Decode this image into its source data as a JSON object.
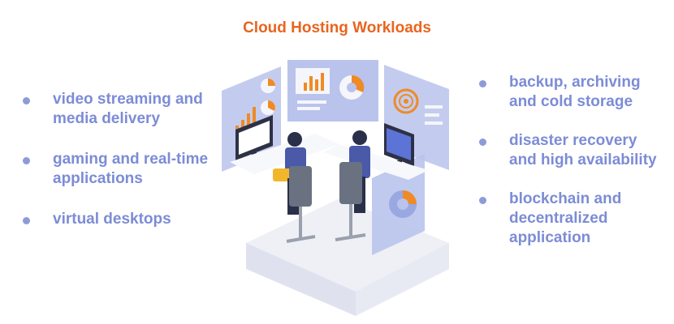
{
  "title": "Cloud Hosting Workloads",
  "left_items": [
    {
      "label": "video streaming and media delivery"
    },
    {
      "label": "gaming and real-time applications"
    },
    {
      "label": "virtual desktops"
    }
  ],
  "right_items": [
    {
      "label": "backup, archiving and cold storage"
    },
    {
      "label": "disaster recovery and high availability"
    },
    {
      "label": "blockchain and decentralized application"
    }
  ],
  "colors": {
    "title": "#e8641f",
    "item_text": "#7c8cd6",
    "bullet": "#8d9bd9",
    "panel": "#b9c3ec",
    "accent": "#f08a24"
  },
  "illustration": {
    "icons": [
      "bar-chart-icon",
      "pie-chart-icon",
      "radar-icon",
      "monitor-icon",
      "person-icon",
      "office-chair-icon"
    ]
  }
}
